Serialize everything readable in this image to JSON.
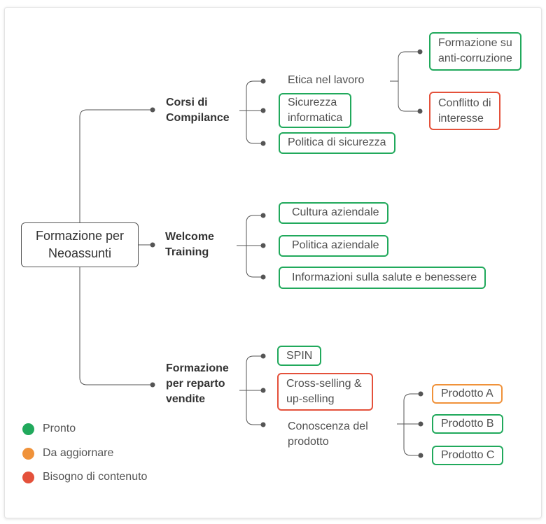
{
  "root": "Formazione per\nNeoassunti",
  "branches": {
    "compliance": {
      "label": "Corsi di\nCompilance",
      "etica": "Etica nel lavoro",
      "sicurezza_informatica": "Sicurezza\ninformatica",
      "politica_sicurezza": "Politica di sicurezza",
      "anticorruzione": "Formazione su\nanti-corruzione",
      "conflitto": "Conflitto di\ninteresse"
    },
    "welcome": {
      "label": "Welcome\nTraining",
      "cultura": "Cultura aziendale",
      "politica": "Politica aziendale",
      "salute": "Informazioni sulla salute e benessere"
    },
    "vendite": {
      "label": "Formazione\nper reparto\nvendite",
      "spin": "SPIN",
      "cross": "Cross-selling &\nup-selling",
      "conoscenza": "Conoscenza del\nprodotto",
      "prodotto_a": "Prodotto A",
      "prodotto_b": "Prodotto B",
      "prodotto_c": "Prodotto C"
    }
  },
  "legend": {
    "ready": "Pronto",
    "update": "Da aggiornare",
    "content": "Bisogno di contenuto"
  },
  "colors": {
    "ready": "#21a95c",
    "update": "#f0923a",
    "content": "#e4513b",
    "line": "#555555"
  }
}
